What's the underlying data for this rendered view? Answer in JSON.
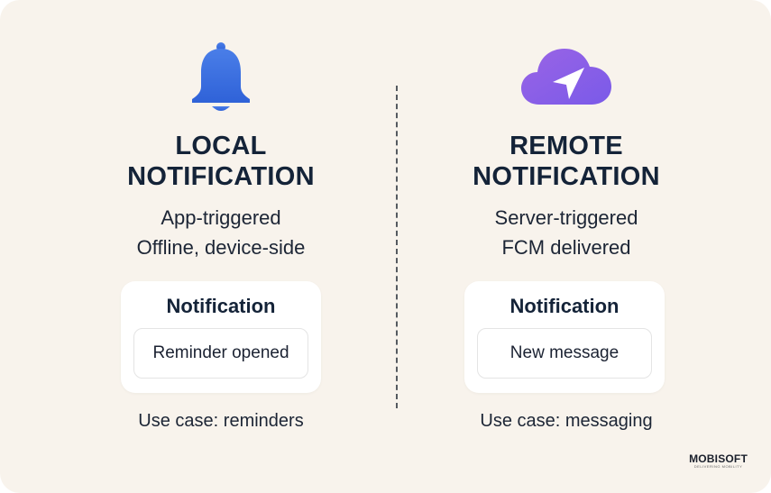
{
  "local": {
    "icon": "bell-icon",
    "icon_color": "#3d70e0",
    "title_line1": "LOCAL",
    "title_line2": "NOTIFICATION",
    "subtitle_line1": "App-triggered",
    "subtitle_line2": "Offline, device-side",
    "card_title": "Notification",
    "card_message": "Reminder opened",
    "use_case": "Use case: reminders"
  },
  "remote": {
    "icon": "cloud-send-icon",
    "icon_color": "#8a5ee8",
    "title_line1": "REMOTE",
    "title_line2": "NOTIFICATION",
    "subtitle_line1": "Server-triggered",
    "subtitle_line2": "FCM delivered",
    "card_title": "Notification",
    "card_message": "New message",
    "use_case": "Use case: messaging"
  },
  "brand": {
    "name": "MOBISOFT",
    "tagline": "DELIVERING MOBILITY"
  },
  "colors": {
    "background": "#f8f3ec",
    "title_text": "#142338",
    "card_bg": "#ffffff",
    "divider": "#555a60"
  }
}
